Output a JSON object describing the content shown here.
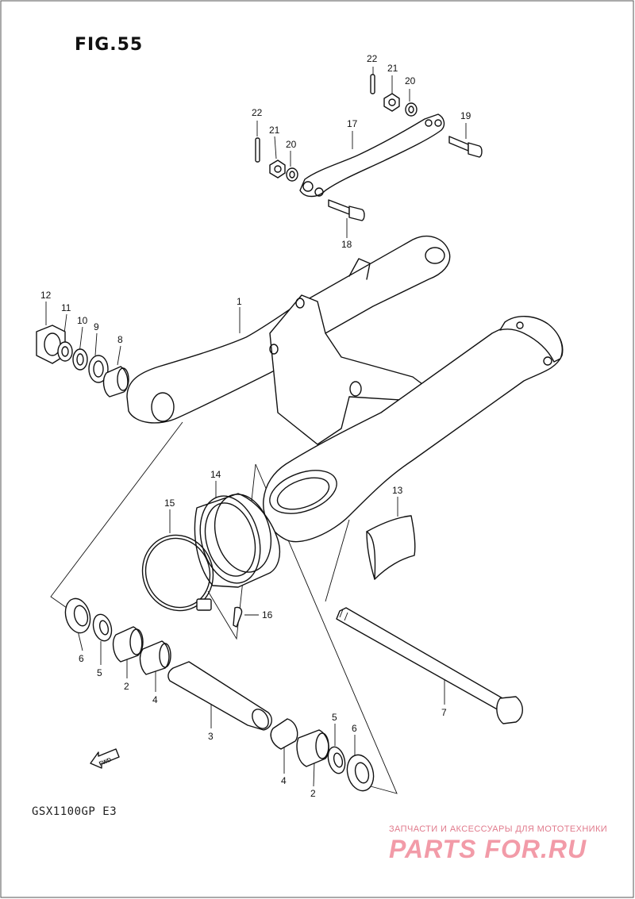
{
  "figure": {
    "title": "FIG.55",
    "model_code": "GSX1100GP  E3",
    "fwd_label": "FWD"
  },
  "callouts": [
    {
      "id": "c22a",
      "label": "22"
    },
    {
      "id": "c21a",
      "label": "21"
    },
    {
      "id": "c20a",
      "label": "20"
    },
    {
      "id": "c22b",
      "label": "22"
    },
    {
      "id": "c21b",
      "label": "21"
    },
    {
      "id": "c20b",
      "label": "20"
    },
    {
      "id": "c17",
      "label": "17"
    },
    {
      "id": "c19",
      "label": "19"
    },
    {
      "id": "c18",
      "label": "18"
    },
    {
      "id": "c12",
      "label": "12"
    },
    {
      "id": "c11",
      "label": "11"
    },
    {
      "id": "c10",
      "label": "10"
    },
    {
      "id": "c9",
      "label": "9"
    },
    {
      "id": "c8",
      "label": "8"
    },
    {
      "id": "c1",
      "label": "1"
    },
    {
      "id": "c14",
      "label": "14"
    },
    {
      "id": "c15",
      "label": "15"
    },
    {
      "id": "c13",
      "label": "13"
    },
    {
      "id": "c16",
      "label": "16"
    },
    {
      "id": "c6a",
      "label": "6"
    },
    {
      "id": "c5a",
      "label": "5"
    },
    {
      "id": "c2a",
      "label": "2"
    },
    {
      "id": "c4a",
      "label": "4"
    },
    {
      "id": "c3",
      "label": "3"
    },
    {
      "id": "c7",
      "label": "7"
    },
    {
      "id": "c5b",
      "label": "5"
    },
    {
      "id": "c6b",
      "label": "6"
    },
    {
      "id": "c4b",
      "label": "4"
    },
    {
      "id": "c2b",
      "label": "2"
    }
  ],
  "watermark": {
    "tagline": "ЗАПЧАСТИ И АКСЕССУАРЫ ДЛЯ МОТОТЕХНИКИ",
    "brand": "PARTS FOR.RU"
  }
}
